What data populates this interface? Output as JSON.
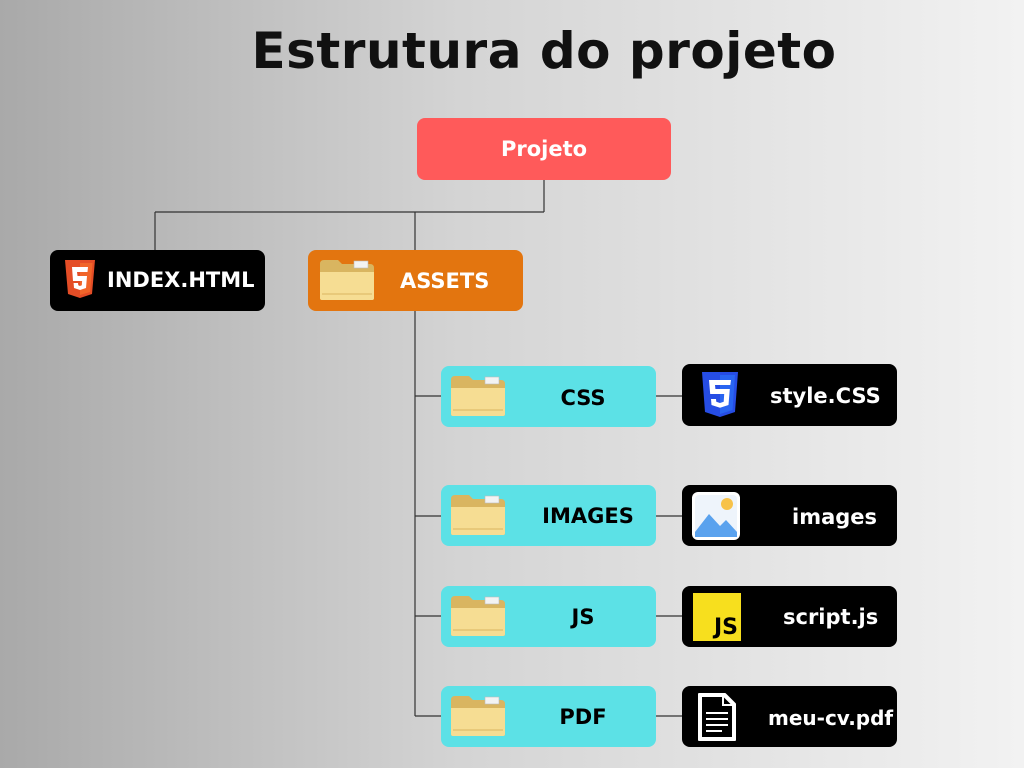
{
  "title": "Estrutura do projeto",
  "root": {
    "label": "Projeto"
  },
  "index": {
    "label": "INDEX.HTML",
    "icon": "html5-icon"
  },
  "assets": {
    "label": "ASSETS",
    "icon": "folder-icon"
  },
  "folders": [
    {
      "label": "CSS",
      "file": "style.CSS",
      "file_icon": "css3-icon"
    },
    {
      "label": "IMAGES",
      "file": "images",
      "file_icon": "image-icon"
    },
    {
      "label": "JS",
      "file": "script.js",
      "file_icon": "js-icon"
    },
    {
      "label": "PDF",
      "file": "meu-cv.pdf",
      "file_icon": "document-icon"
    }
  ],
  "colors": {
    "root": "#ff5a5a",
    "assets": "#e3750f",
    "folder_nodes": "#5ce1e6",
    "file_nodes": "#000000"
  }
}
